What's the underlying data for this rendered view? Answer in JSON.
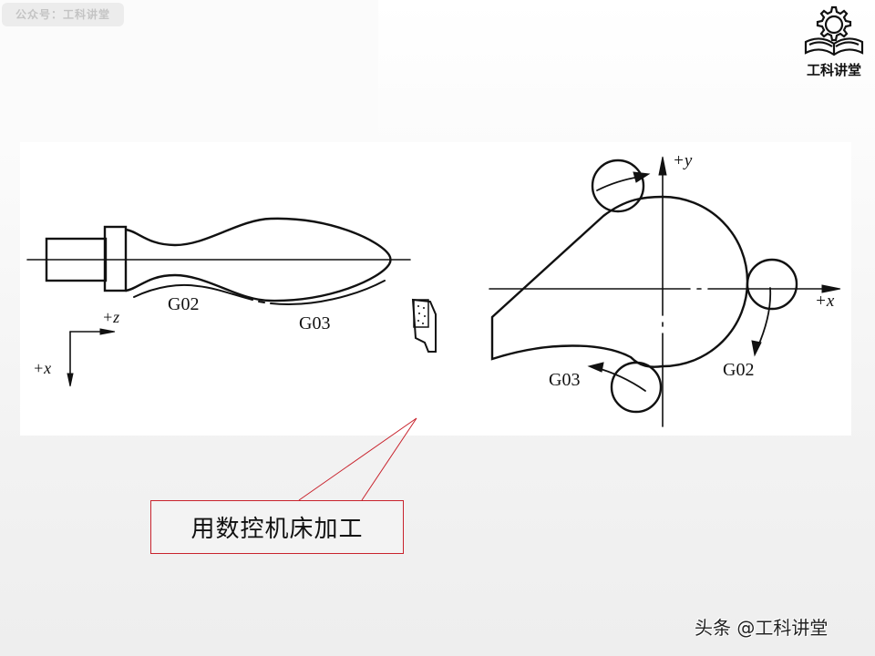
{
  "watermark": {
    "text": "公众号：工科讲堂"
  },
  "logo": {
    "text": "工科讲堂",
    "icon": "gear-book-icon"
  },
  "figure_left": {
    "title": "turned-handle-part",
    "labels": {
      "g02": "G02",
      "g03": "G03",
      "axis_z": "+z",
      "axis_x": "+x"
    }
  },
  "figure_right": {
    "title": "cam-profile-milling",
    "labels": {
      "axis_y": "+y",
      "axis_x": "+x",
      "g02": "G02",
      "g03": "G03"
    }
  },
  "callout": {
    "text": "用数控机床加工",
    "border_color": "#c8222c"
  },
  "footer": {
    "watermark": "头条 @工科讲堂"
  }
}
